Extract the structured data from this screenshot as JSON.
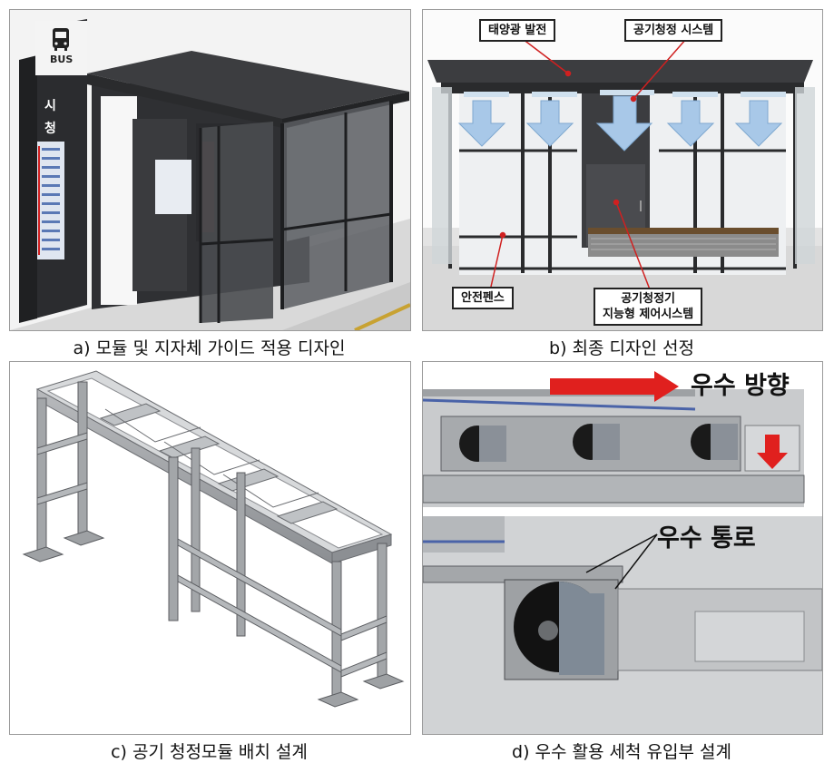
{
  "panel_a": {
    "bus_sign": "BUS",
    "stop_name_1": "시",
    "stop_name_2": "청",
    "caption": "a) 모듈 및 지자체 가이드 적용 디자인"
  },
  "panel_b": {
    "label_solar": "태양광 발전",
    "label_air_system": "공기청정 시스템",
    "label_fence": "안전펜스",
    "label_purifier_1": "공기청정기",
    "label_purifier_2": "지능형 제어시스템",
    "caption": "b) 최종 디자인 선정"
  },
  "panel_c": {
    "caption": "c) 공기 청정모듈 배치 설계"
  },
  "panel_d": {
    "label_direction": "우수 방향",
    "label_channel": "우수 통로",
    "caption": "d) 우수 활용 세척 유입부 설계"
  },
  "colors": {
    "arrow_red": "#e0201e",
    "shelter_dark": "#3c3d40",
    "air_arrow_blue": "#a8c8e8"
  }
}
